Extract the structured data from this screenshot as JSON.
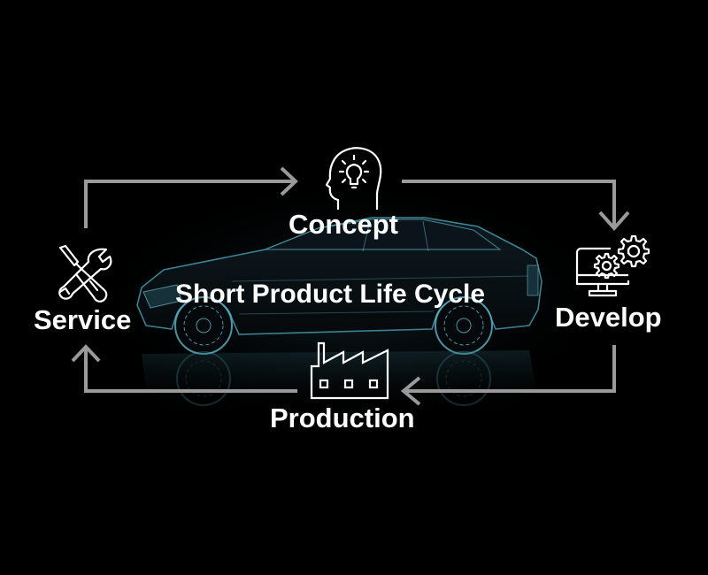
{
  "diagram": {
    "title": "Short Product Life Cycle",
    "background_color": "#000000",
    "arrow_color": "#9a9a9a",
    "text_color": "#ffffff",
    "car_glow_color": "#5fb7c9",
    "stages": [
      {
        "id": "concept",
        "label": "Concept",
        "icon": "head-lightbulb-icon"
      },
      {
        "id": "develop",
        "label": "Develop",
        "icon": "monitor-gears-icon"
      },
      {
        "id": "production",
        "label": "Production",
        "icon": "factory-icon"
      },
      {
        "id": "service",
        "label": "Service",
        "icon": "wrench-screwdriver-icon"
      }
    ],
    "flow": [
      {
        "from": "Service",
        "to": "Concept"
      },
      {
        "from": "Concept",
        "to": "Develop"
      },
      {
        "from": "Develop",
        "to": "Production"
      },
      {
        "from": "Production",
        "to": "Service"
      }
    ],
    "background_image": "x-ray-car-illustration"
  }
}
